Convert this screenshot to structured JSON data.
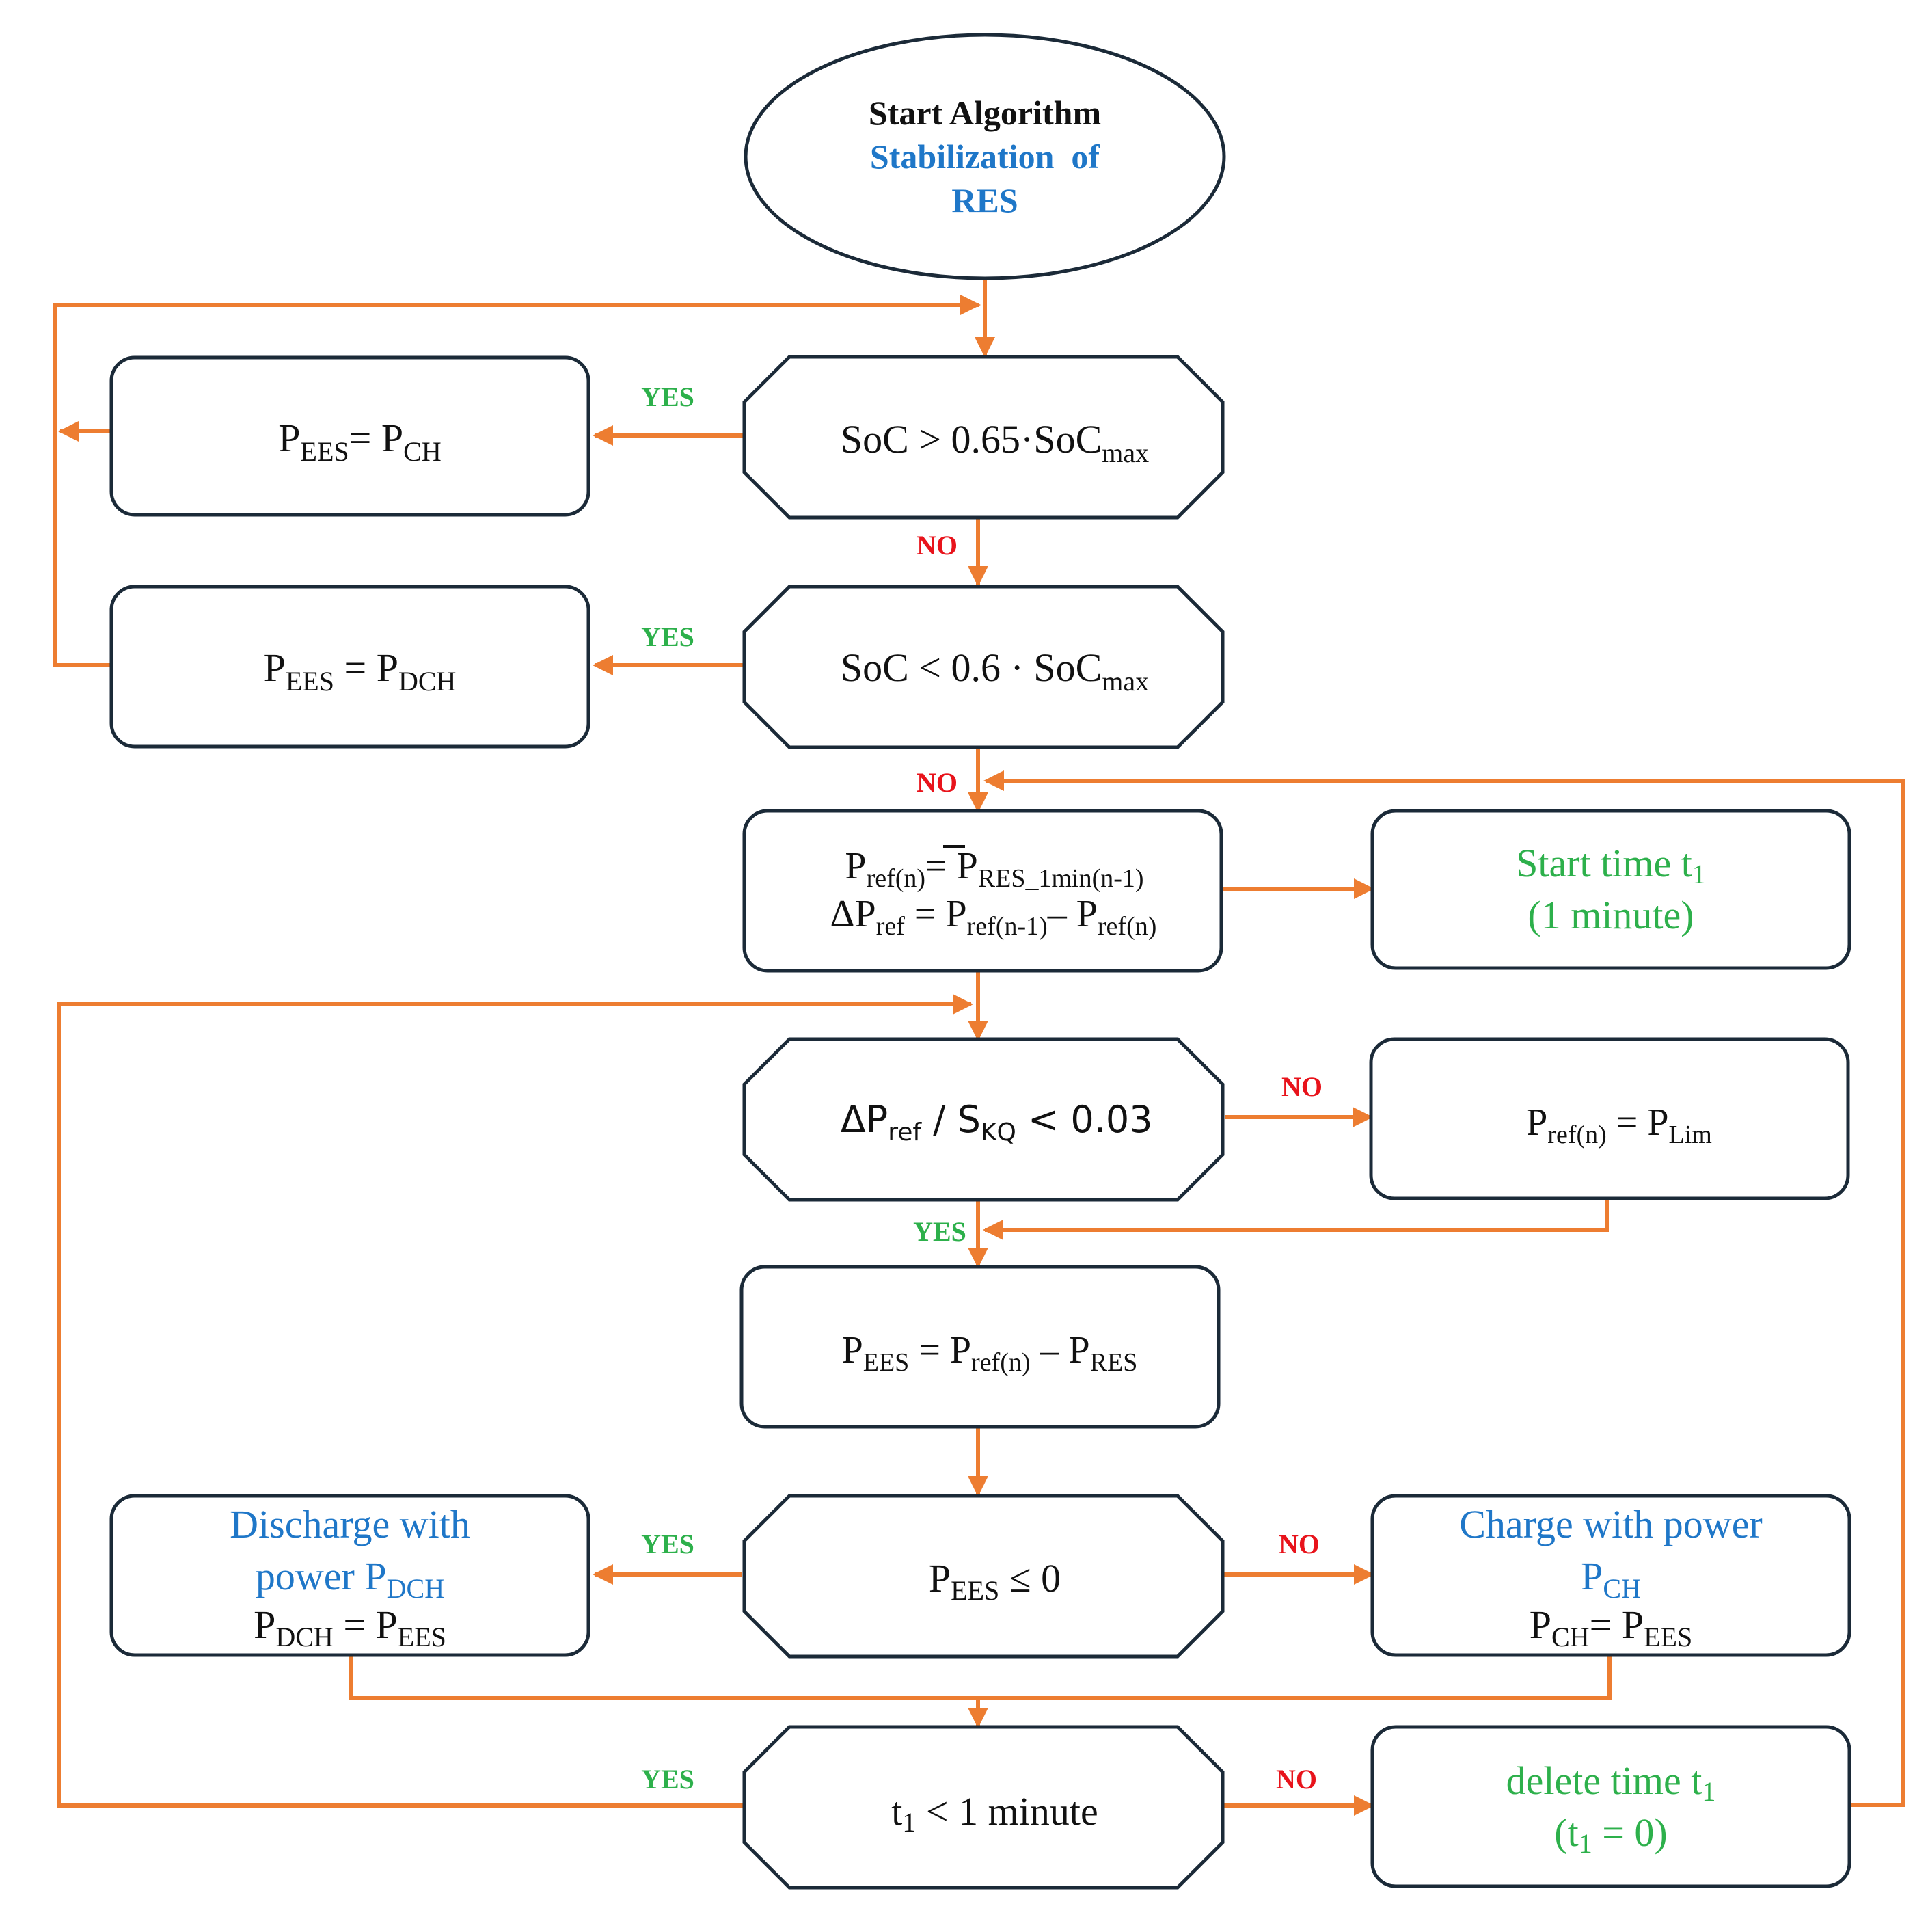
{
  "colors": {
    "arrow": "#ED7D31",
    "box_stroke": "#1B2A38",
    "text_black": "#111111",
    "text_blue": "#1F77C8",
    "text_green": "#2DB04B",
    "label_yes": "#2DB04B",
    "label_no": "#E8131B"
  },
  "start": {
    "line1": "Start Algorithm",
    "line2": "Stabilization  of",
    "line3": "RES"
  },
  "nodes": {
    "soc_high": {
      "base1": "SoC > 0.65·SoC",
      "sub1": "max"
    },
    "soc_low": {
      "base1": "SoC < 0.6 · SoC",
      "sub1": "max"
    },
    "pees_ch": {
      "p1": "P",
      "s1": "EES",
      "eq": "= P",
      "s2": "CH"
    },
    "pees_dch": {
      "p1": "P",
      "s1": "EES",
      "eq": " = P",
      "s2": "DCH"
    },
    "pref_calc": {
      "l1_p": "P",
      "l1_s": "ref(n)",
      "l1_eq": "= ",
      "l1_pbar": "P",
      "l1_s2": "RES_1min(n-1)",
      "l2_d": "ΔP",
      "l2_s": "ref",
      "l2_eq": " = P",
      "l2_s2": "ref(n-1)",
      "l2_minus": "– P",
      "l2_s3": "ref(n)"
    },
    "start_time": {
      "line1": "Start time t",
      "sub1": "1",
      "line2": "(1 minute)"
    },
    "dp_check": {
      "d": "ΔP",
      "s1": "ref",
      "mid": " / S",
      "s2": "KQ",
      "end": " < 0.03"
    },
    "pref_lim": {
      "p": "P",
      "s1": "ref(n)",
      "eq": " = P",
      "s2": "Lim"
    },
    "pees_calc": {
      "p": "P",
      "s1": "EES",
      "eq": " = P",
      "s2": "ref(n)",
      "minus": " – P",
      "s3": "RES"
    },
    "pees_check": {
      "p": "P",
      "s1": "EES",
      "end": " ≤ 0"
    },
    "discharge": {
      "line1": "Discharge with",
      "line2": "power P",
      "line2_sub": "DCH",
      "l3_p": "P",
      "l3_s1": "DCH",
      "l3_eq": " = P",
      "l3_s2": "EES"
    },
    "charge": {
      "line1": "Charge with power",
      "line2": "P",
      "line2_sub": "CH",
      "l3_p": "P",
      "l3_s1": "CH",
      "l3_eq": "= P",
      "l3_s2": "EES"
    },
    "t1_check": {
      "t": "t",
      "s1": "1",
      "end": " < 1 minute"
    },
    "delete_time": {
      "line1": "delete time t",
      "sub1": "1",
      "l2_open": "(t",
      "l2_sub": "1",
      "l2_end": " = 0)"
    }
  },
  "labels": {
    "yes": "YES",
    "no": "NO"
  }
}
